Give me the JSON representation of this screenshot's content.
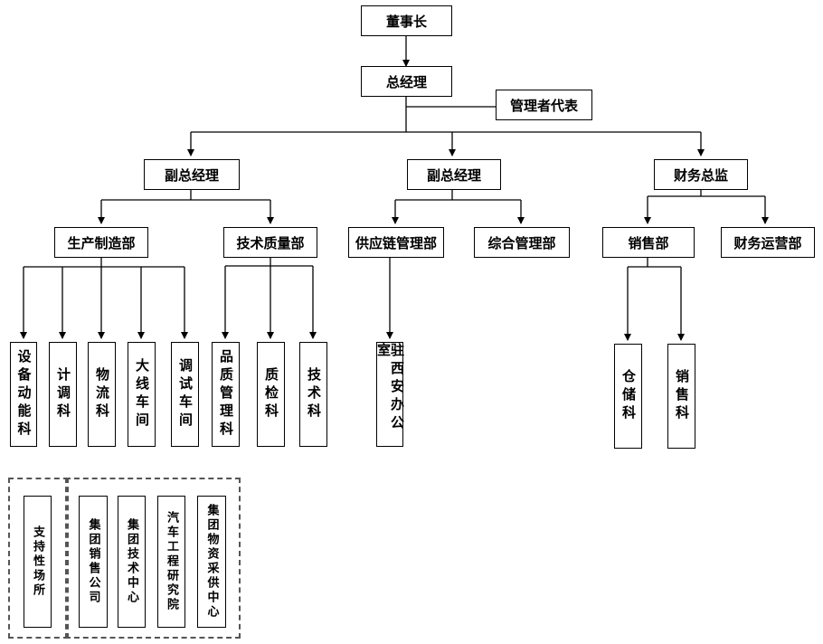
{
  "chairman": "董事长",
  "general_manager": "总经理",
  "management_representative": "管理者代表",
  "deputy_gm_left": "副总经理",
  "deputy_gm_mid": "副总经理",
  "finance_director": "财务总监",
  "production_dept": "生产制造部",
  "tech_quality_dept": "技术质量部",
  "supply_chain_dept": "供应链管理部",
  "general_admin_dept": "综合管理部",
  "sales_dept": "销售部",
  "finance_ops_dept": "财务运营部",
  "equipment_energy_section": "设备动能科",
  "planning_section": "计调科",
  "logistics_section": "物流科",
  "main_line_workshop": "大线车间",
  "debug_workshop": "调试车间",
  "quality_mgmt_section": "品质管理科",
  "qc_section": "质检科",
  "tech_section": "技术科",
  "xian_office": "驻西安办公室",
  "warehouse_section": "仓储科",
  "sales_section": "销售科",
  "support_site": "支持性场所",
  "group_sales_company": "集团销售公司",
  "group_tech_center": "集团技术中心",
  "auto_engineering_institute": "汽车工程研究院",
  "group_materials_center": "集团物资采供中心"
}
